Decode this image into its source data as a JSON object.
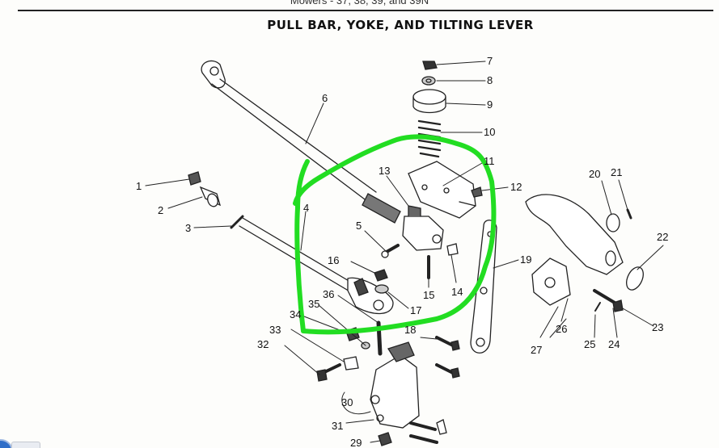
{
  "header": {
    "subtitle": "Mowers - 37, 38, 39, and 39N",
    "title": "PULL BAR, YOKE, AND TILTING LEVER"
  },
  "callouts": [
    "1",
    "2",
    "3",
    "4",
    "5",
    "6",
    "7",
    "8",
    "9",
    "10",
    "11",
    "12",
    "13",
    "14",
    "15",
    "16",
    "17",
    "18",
    "19",
    "20",
    "21",
    "22",
    "23",
    "24",
    "25",
    "26",
    "27",
    "29",
    "30",
    "31",
    "32",
    "33",
    "34",
    "35",
    "36"
  ],
  "annotation": {
    "color": "#22dd22"
  }
}
